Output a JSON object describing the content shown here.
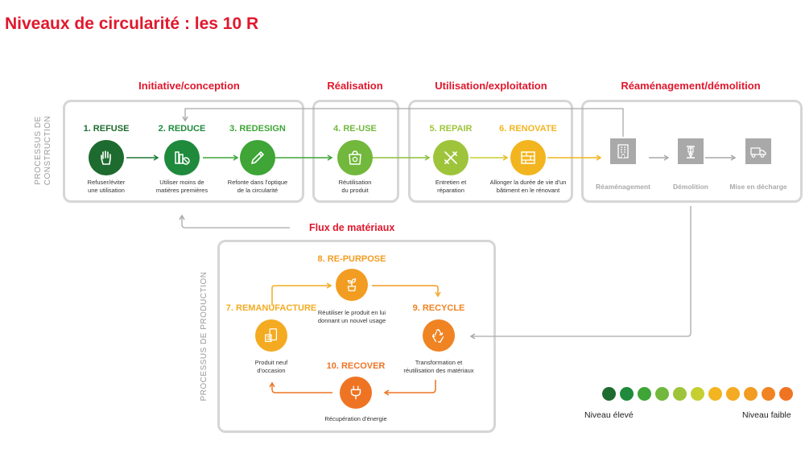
{
  "title": "Niveaux de circularité : les 10 R",
  "phases": {
    "initiative": "Initiative/conception",
    "realisation": "Réalisation",
    "utilisation": "Utilisation/exploitation",
    "reamenagement": "Réaménagement/démolition"
  },
  "side_labels": {
    "construction_1": "PROCESSUS DE",
    "construction_2": "CONSTRUCTION",
    "production": "PROCESSUS DE PRODUCTION"
  },
  "steps": {
    "refuse": {
      "label": "1. REFUSE",
      "desc1": "Refuser/éviter",
      "desc2": "une utilisation",
      "color": "#1d6b2e",
      "icon": "hand-icon"
    },
    "reduce": {
      "label": "2. REDUCE",
      "desc1": "Utiliser moins de",
      "desc2": "matières premières",
      "color": "#1f8a3c",
      "icon": "reduce-icon"
    },
    "redesign": {
      "label": "3. REDESIGN",
      "desc1": "Refonte dans l'optique",
      "desc2": "de la circularité",
      "color": "#3ea536",
      "icon": "pencil-icon"
    },
    "reuse": {
      "label": "4. RE-USE",
      "desc1": "Réutilisation",
      "desc2": "du produit",
      "color": "#71b83c",
      "icon": "bag-icon"
    },
    "repair": {
      "label": "5. REPAIR",
      "desc1": "Entretien et",
      "desc2": "réparation",
      "color": "#9ec43b",
      "icon": "tools-icon"
    },
    "renovate": {
      "label": "6. RENOVATE",
      "desc1": "Allonger la durée de vie d'un",
      "desc2": "bâtiment en le rénovant",
      "color": "#f2b51f",
      "icon": "bricks-icon"
    },
    "remanufacture": {
      "label": "7. REMANUFACTURE",
      "desc1": "Produit neuf",
      "desc2": "d'occasion",
      "color": "#f4ab21",
      "icon": "device-icon"
    },
    "repurpose": {
      "label": "8. RE-PURPOSE",
      "desc1": "Réutiliser le produit en lui",
      "desc2": "donnant un nouvel usage",
      "color": "#f29c22",
      "icon": "plant-icon"
    },
    "recycle": {
      "label": "9. RECYCLE",
      "desc1": "Transformation et",
      "desc2": "réutilisation des matériaux",
      "color": "#f08322",
      "icon": "recycle-icon"
    },
    "recover": {
      "label": "10. RECOVER",
      "desc1": "Récupération d'énergie",
      "desc2": "",
      "color": "#ee7424",
      "icon": "plug-icon"
    }
  },
  "end_of_life": {
    "reamenagement": "Réaménagement",
    "demolition": "Démolition",
    "decharge": "Mise en décharge"
  },
  "flux": "Flux de matériaux",
  "legend": {
    "high": "Niveau élevé",
    "low": "Niveau faible",
    "colors": [
      "#1d6b2e",
      "#1f8a3c",
      "#3ea536",
      "#71b83c",
      "#9ec43b",
      "#c6cf32",
      "#f2b51f",
      "#f4ab21",
      "#f29c22",
      "#f08322",
      "#ee7424"
    ]
  }
}
